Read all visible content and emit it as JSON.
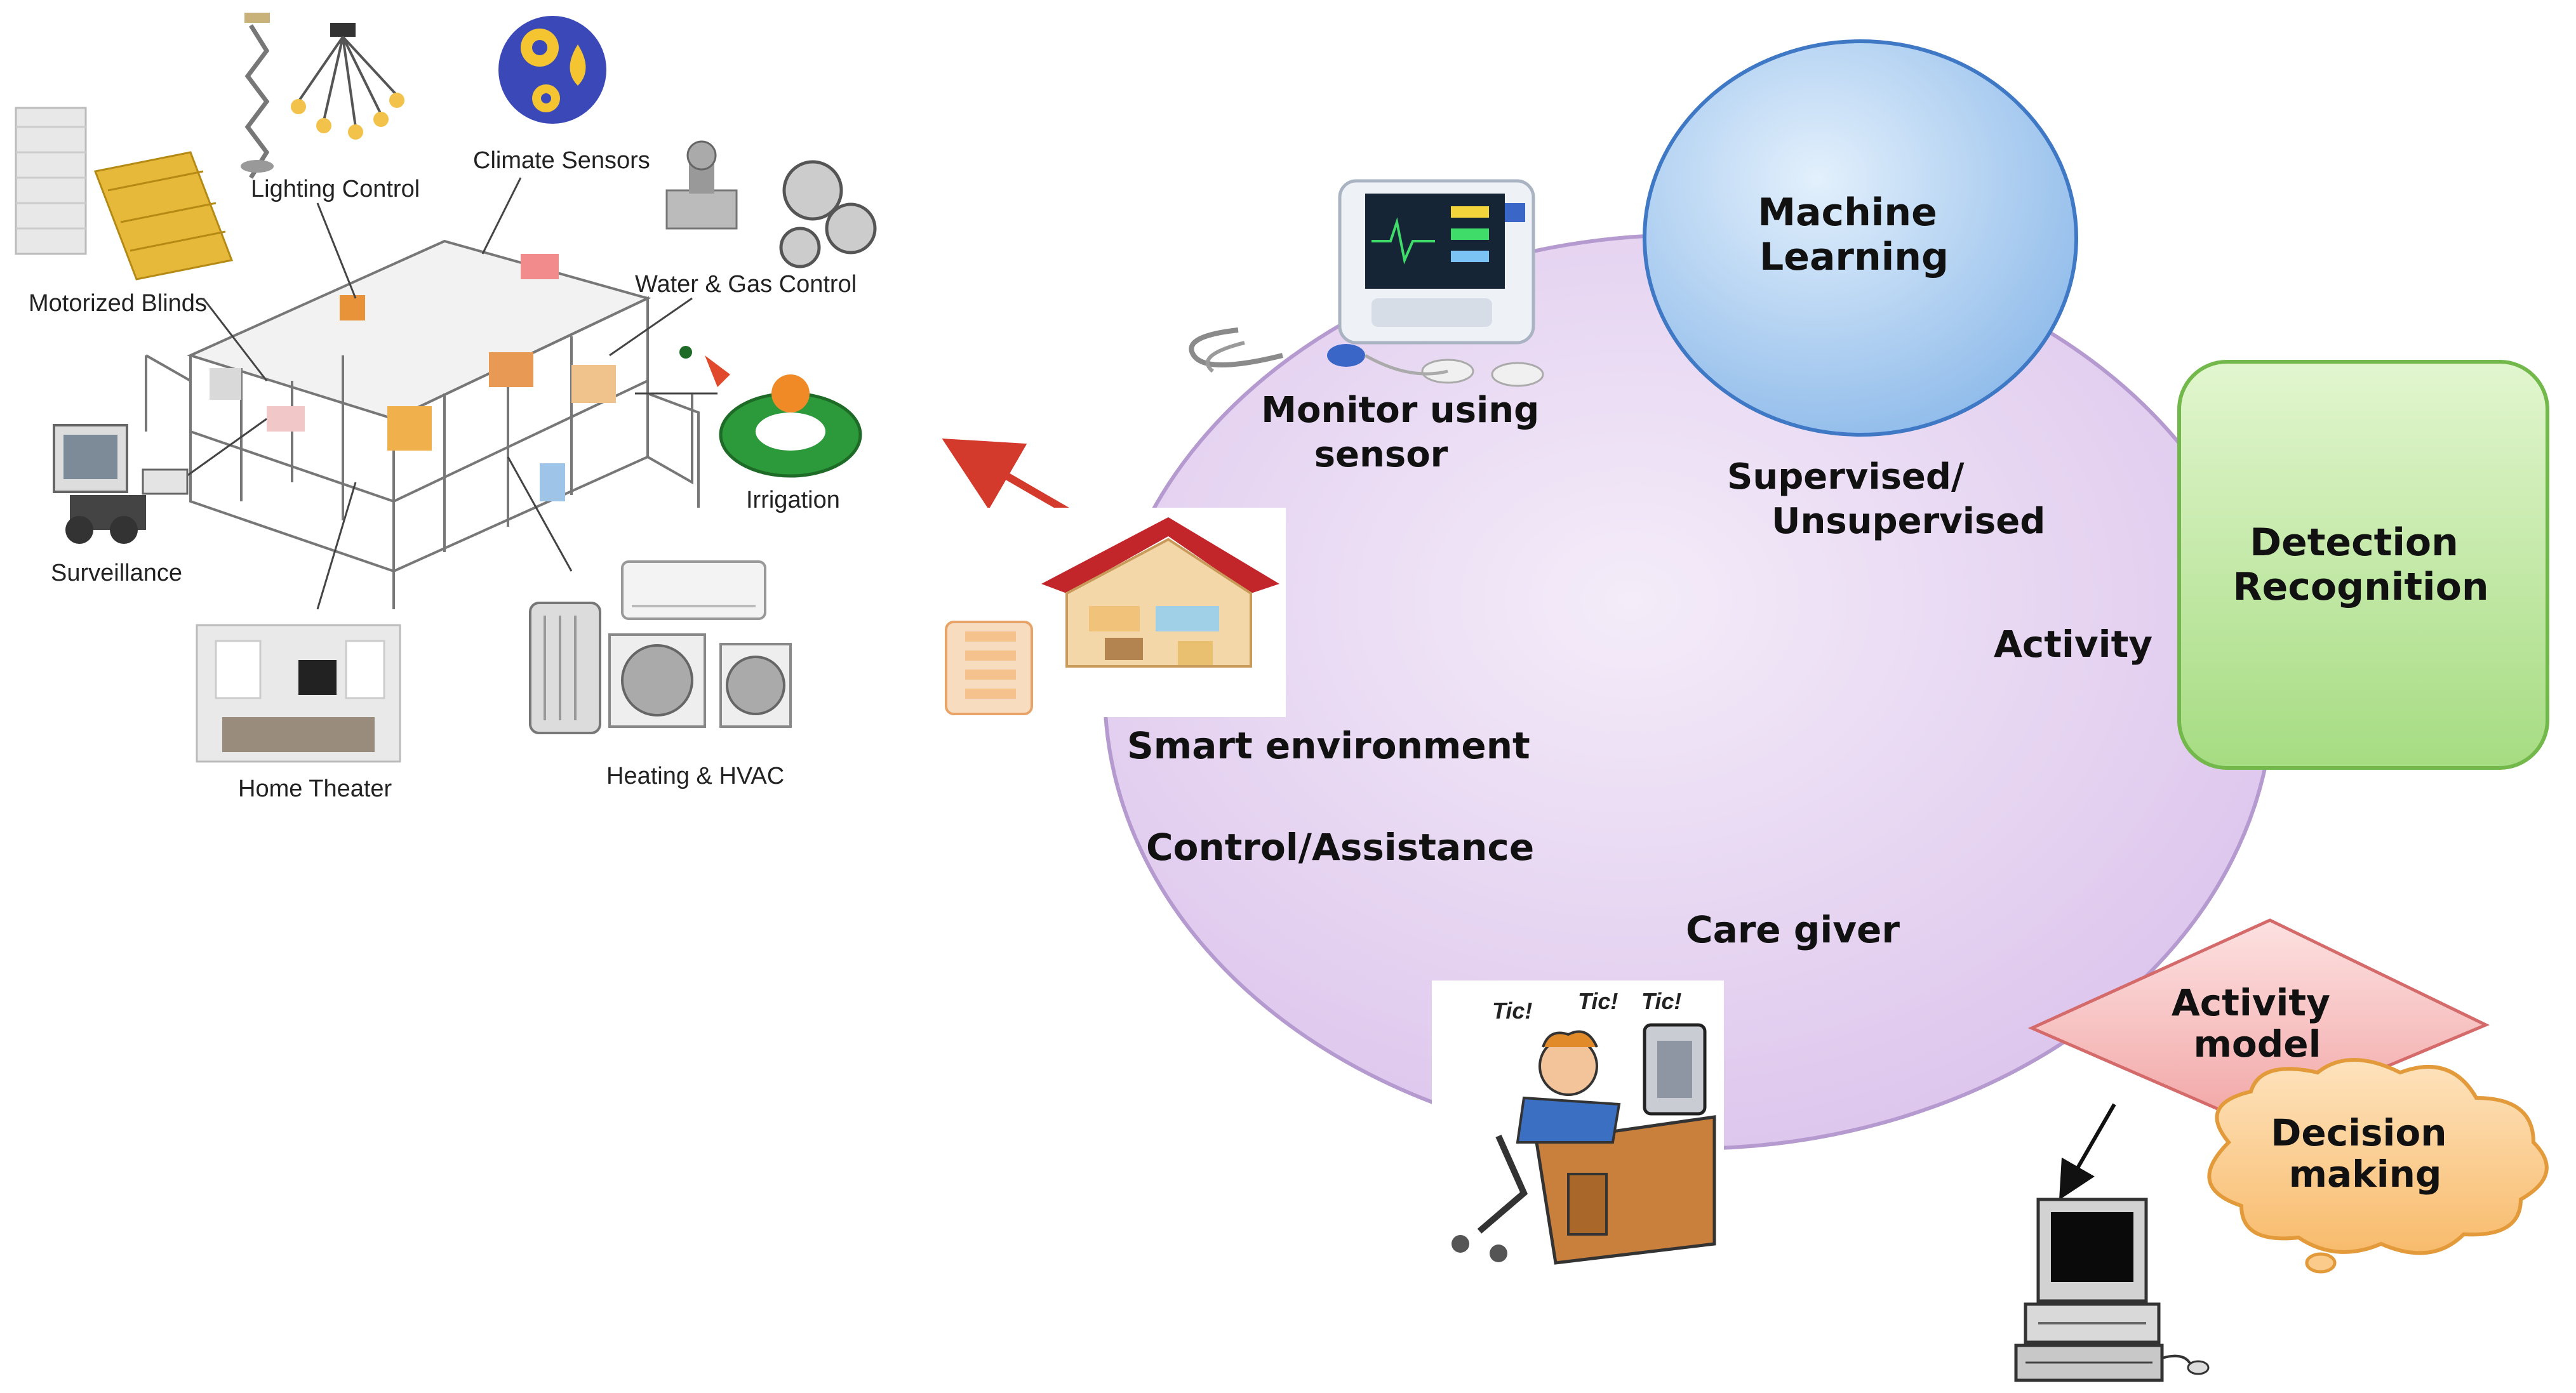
{
  "house_labels": {
    "lighting": "Lighting Control",
    "climate": "Climate Sensors",
    "water": "Water & Gas Control",
    "blinds": "Motorized Blinds",
    "surveillance": "Surveillance",
    "irrigation": "Irrigation",
    "theater": "Home Theater",
    "hvac": "Heating & HVAC"
  },
  "cycle": {
    "machine_learning": [
      "Machine",
      "Learning"
    ],
    "detection": [
      "Detection",
      "Recognition"
    ],
    "activity_model": [
      "Activity",
      "model"
    ],
    "decision": [
      "Decision",
      "making"
    ],
    "monitor": [
      "Monitor using",
      "sensor"
    ],
    "supervised": [
      "Supervised/",
      "Unsupervised"
    ],
    "activity": "Activity",
    "smart_env": "Smart environment",
    "control": "Control/Assistance",
    "care_giver": "Care giver"
  },
  "cartoon_text": [
    "Tic!",
    "Tic!",
    "Tic!"
  ],
  "colors": {
    "cycle_fill": "#e3cdef",
    "cycle_stroke": "#b59ad0",
    "ml_fill": "#a9cdf2",
    "detection_fill": "#b9e79a",
    "activity_model_fill": "#f7bcbc",
    "decision_fill": "#fbcb8c",
    "arrow": "#d33a2c",
    "roof": "#c2262b"
  }
}
